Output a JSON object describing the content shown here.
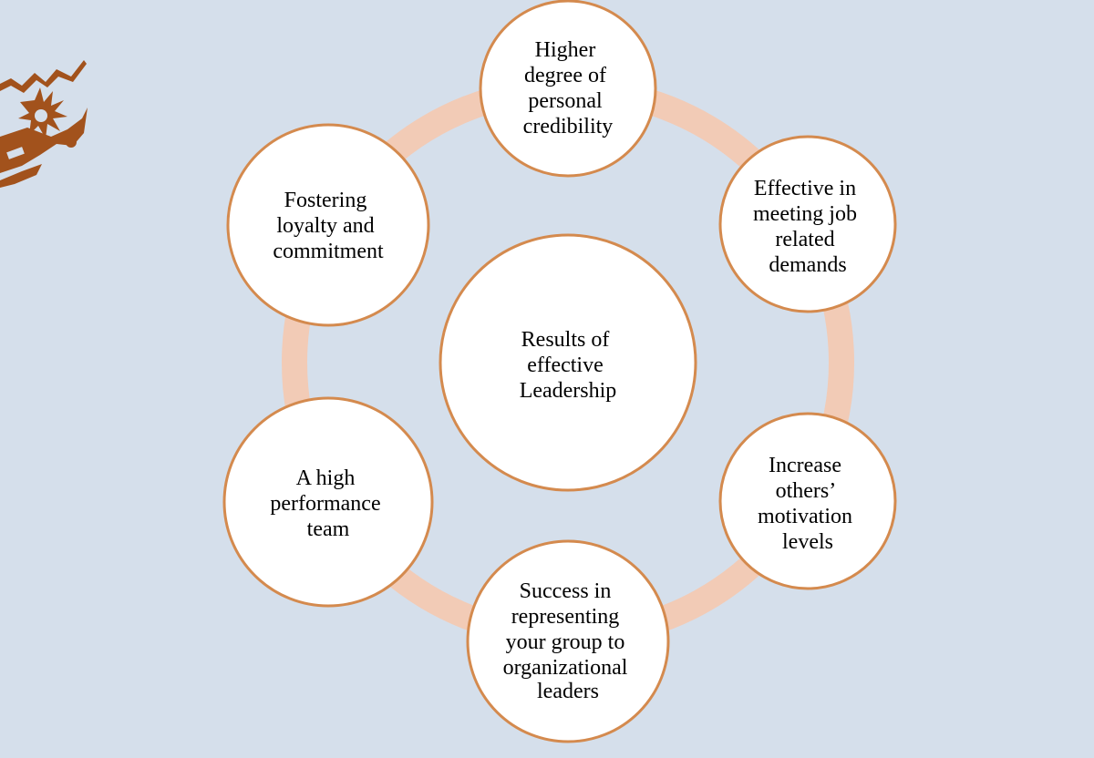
{
  "diagram": {
    "type": "cycle",
    "center": {
      "lines": [
        "Results of",
        "effective",
        "Leadership"
      ]
    },
    "nodes": [
      {
        "id": "credibility",
        "lines": [
          "Higher",
          "degree of",
          "personal",
          "credibility"
        ]
      },
      {
        "id": "job-demands",
        "lines": [
          "Effective in",
          "meeting job",
          "related",
          "demands"
        ]
      },
      {
        "id": "motivation",
        "lines": [
          "Increase",
          "others’",
          "motivation",
          "levels"
        ]
      },
      {
        "id": "representing",
        "lines": [
          "Success in",
          "representing",
          "your group to",
          "organizational",
          "leaders"
        ]
      },
      {
        "id": "team",
        "lines": [
          "A high",
          "performance",
          "team"
        ]
      },
      {
        "id": "loyalty",
        "lines": [
          "Fostering",
          "loyalty and",
          "commitment"
        ]
      }
    ]
  },
  "colors": {
    "background": "#d5dfeb",
    "ring": "#f2cbb6",
    "node_border": "#d48a4e",
    "node_fill": "#ffffff",
    "logo": "#a2521c"
  },
  "logo": {
    "icon": "leadership-logo-icon"
  }
}
